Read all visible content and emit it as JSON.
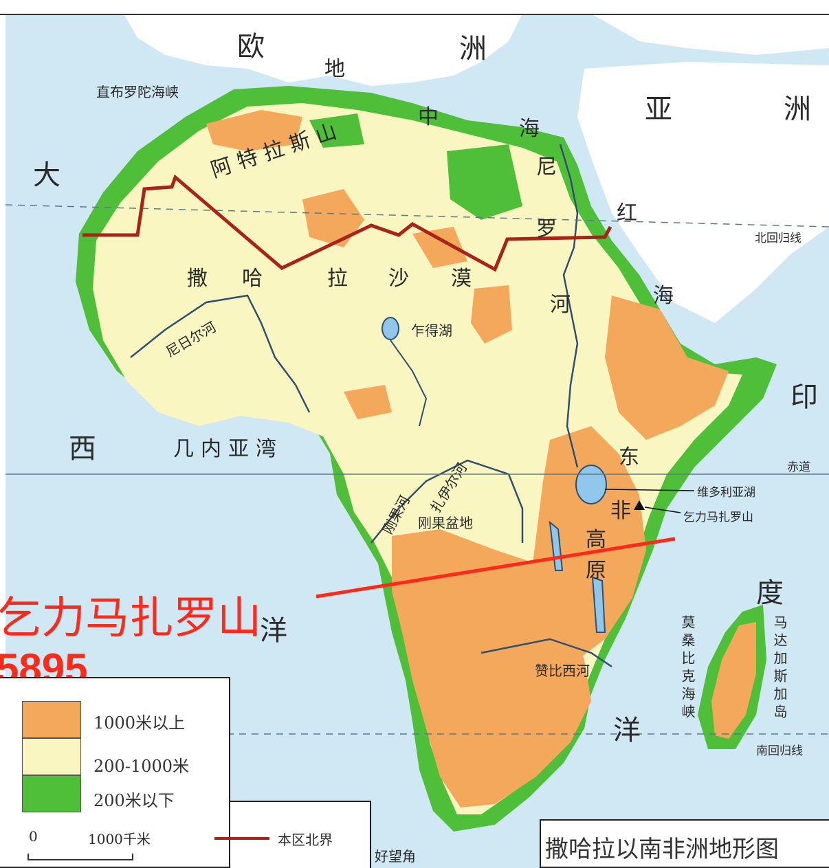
{
  "map": {
    "title": "撒哈拉以南非洲地形图",
    "labels": {
      "europe_1": "欧",
      "europe_2": "洲",
      "asia_1": "亚",
      "asia_2": "洲",
      "mediterranean_1": "地",
      "mediterranean_2": "中",
      "mediterranean_3": "海",
      "gibraltar": "直布罗陀海峡",
      "atlantic_1": "大",
      "atlantic_2": "西",
      "atlas": "阿特拉斯山",
      "sahara_1": "撒",
      "sahara_2": "哈",
      "sahara_3": "拉",
      "sahara_4": "沙",
      "sahara_5": "漠",
      "nile_1": "尼",
      "nile_2": "罗",
      "nile_3": "河",
      "red_sea_1": "红",
      "red_sea_2": "海",
      "tropic_cancer": "北回归线",
      "niger_river": "尼日尔河",
      "lake_chad": "乍得湖",
      "guinea_gulf": "几内亚湾",
      "equator": "赤道",
      "indian_1": "印",
      "indian_2": "度",
      "indian_3": "洋",
      "congo_river_1": "刚果河",
      "congo_river_2": "扎伊尔河",
      "congo_basin": "刚果盆地",
      "east_africa_1": "东",
      "east_africa_2": "非",
      "east_africa_3": "高",
      "east_africa_4": "原",
      "lake_victoria": "维多利亚湖",
      "kilimanjaro": "乞力马扎罗山",
      "zambezi": "赞比西河",
      "mozambique": "莫桑比克海峡",
      "madagascar": "马达加斯加岛",
      "tropic_capricorn": "南回归线",
      "cape": "好望角",
      "yang": "洋"
    },
    "annotation": {
      "name": "乞力马扎罗山",
      "height": "5895"
    },
    "legend": {
      "items": [
        {
          "label": "1000米以上",
          "color": "#f4a85b"
        },
        {
          "label": "200-1000米",
          "color": "#f9f6c2"
        },
        {
          "label": "200米以下",
          "color": "#4fbf3a"
        }
      ],
      "scale_zero": "0",
      "scale_value": "1000千米",
      "boundary_label": "本区北界"
    },
    "colors": {
      "sea": "#cfe8f3",
      "land_other": "#ffffff",
      "highland": "#f4a85b",
      "plateau": "#f9f6c2",
      "lowland": "#4fbf3a",
      "river": "#2f4f6f",
      "boundary": "#a8231a",
      "annotation": "#ff2a1a"
    }
  }
}
